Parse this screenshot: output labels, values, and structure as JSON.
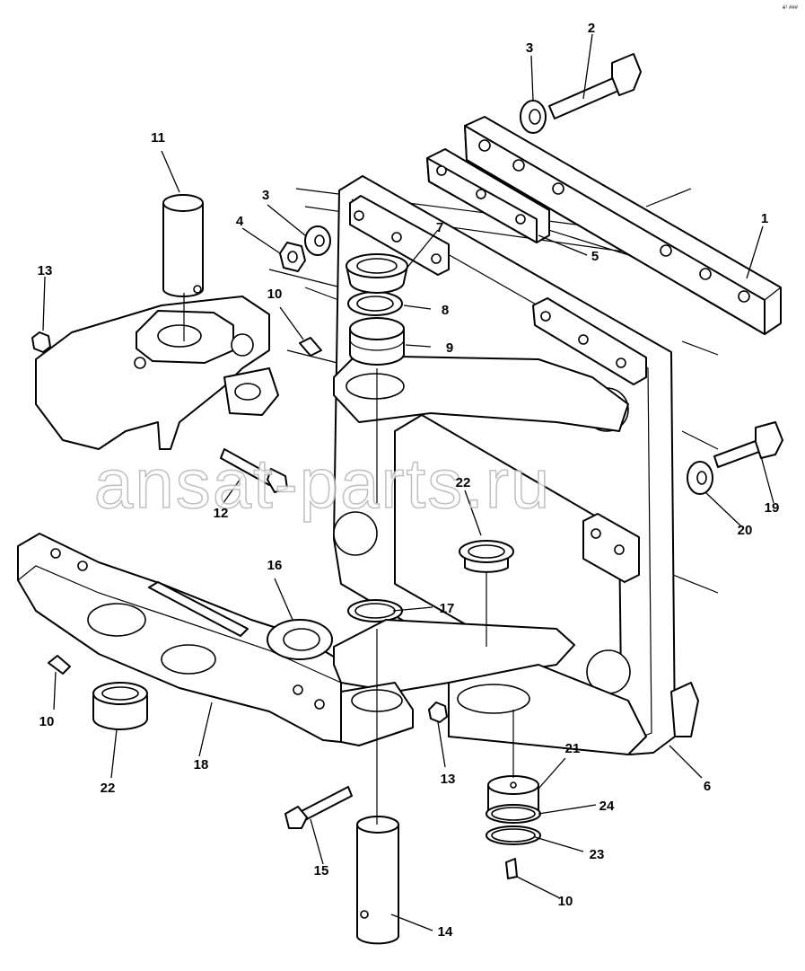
{
  "diagram": {
    "watermark": "ansat-parts.ru",
    "corner_mark": "é¹ ###",
    "callouts": [
      {
        "id": "c1",
        "label": "1"
      },
      {
        "id": "c2",
        "label": "2"
      },
      {
        "id": "c3a",
        "label": "3"
      },
      {
        "id": "c3b",
        "label": "3"
      },
      {
        "id": "c4",
        "label": "4"
      },
      {
        "id": "c5",
        "label": "5"
      },
      {
        "id": "c6",
        "label": "6"
      },
      {
        "id": "c7",
        "label": "7"
      },
      {
        "id": "c8",
        "label": "8"
      },
      {
        "id": "c9",
        "label": "9"
      },
      {
        "id": "c10a",
        "label": "10"
      },
      {
        "id": "c10b",
        "label": "10"
      },
      {
        "id": "c10c",
        "label": "10"
      },
      {
        "id": "c11",
        "label": "11"
      },
      {
        "id": "c12",
        "label": "12"
      },
      {
        "id": "c13a",
        "label": "13"
      },
      {
        "id": "c13b",
        "label": "13"
      },
      {
        "id": "c14",
        "label": "14"
      },
      {
        "id": "c15",
        "label": "15"
      },
      {
        "id": "c16",
        "label": "16"
      },
      {
        "id": "c17",
        "label": "17"
      },
      {
        "id": "c18",
        "label": "18"
      },
      {
        "id": "c19",
        "label": "19"
      },
      {
        "id": "c20",
        "label": "20"
      },
      {
        "id": "c21",
        "label": "21"
      },
      {
        "id": "c22a",
        "label": "22"
      },
      {
        "id": "c22b",
        "label": "22"
      },
      {
        "id": "c23",
        "label": "23"
      },
      {
        "id": "c24",
        "label": "24"
      }
    ]
  }
}
